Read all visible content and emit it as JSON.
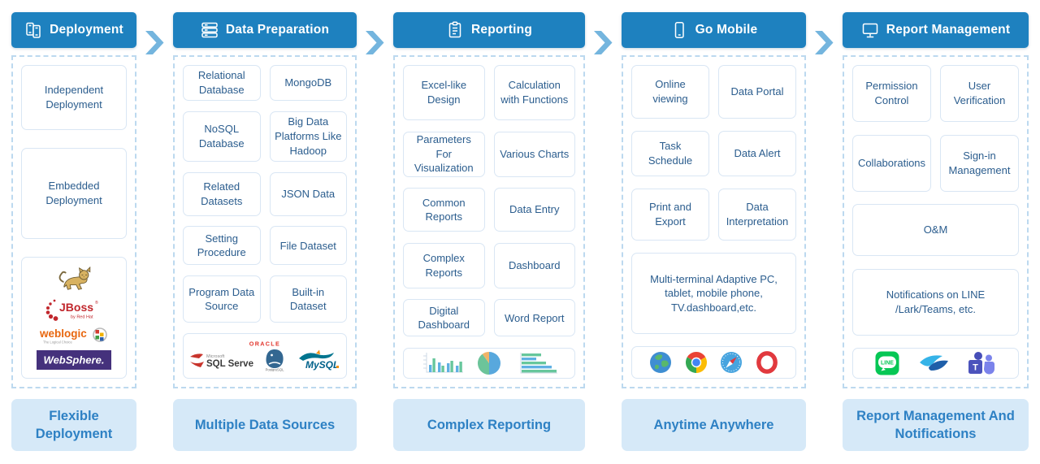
{
  "palette": {
    "header_bg": "#1e81bf",
    "header_text": "#ffffff",
    "chevron": "#74b5de",
    "card_border": "#d9e6f4",
    "card_text": "#2b5d8e",
    "dashed_border": "#bcd9ef",
    "footer_bg": "#d6e9f8",
    "footer_text": "#2e81c4",
    "chart_blue": "#5fb0e3",
    "chart_green": "#67c79c",
    "chart_orange": "#f0b468"
  },
  "headers": [
    {
      "label": "Deployment",
      "icon": "deployment-servers-icon"
    },
    {
      "label": "Data Preparation",
      "icon": "database-stack-icon"
    },
    {
      "label": "Reporting",
      "icon": "clipboard-icon"
    },
    {
      "label": "Go Mobile",
      "icon": "smartphone-icon"
    },
    {
      "label": "Report Management",
      "icon": "monitor-icon"
    }
  ],
  "columns": {
    "deployment": {
      "cards": [
        "Independent Deployment",
        "Embedded Deployment"
      ],
      "logos": [
        "Tomcat",
        "JBoss by Red Hat",
        "weblogic",
        "WebSphere."
      ],
      "footer": "Flexible Deployment"
    },
    "data_preparation": {
      "cards": [
        "Relational Database",
        "MongoDB",
        "NoSQL Database",
        "Big Data Platforms Like Hadoop",
        "Related Datasets",
        "JSON Data",
        "Setting Procedure",
        "File Dataset",
        "Program Data Source",
        "Built-in Dataset"
      ],
      "logos": [
        "ORACLE",
        "Microsoft SQL Server",
        "PostgreSQL",
        "MySQL"
      ],
      "footer": "Multiple Data Sources"
    },
    "reporting": {
      "cards": [
        "Excel-like Design",
        "Calculation with Functions",
        "Parameters For Visualization",
        "Various Charts",
        "Common Reports",
        "Data Entry",
        "Complex Reports",
        "Dashboard",
        "Digital Dashboard",
        "Word Report"
      ],
      "chart_icons": [
        "grouped-bar-chart",
        "pie-chart",
        "horizontal-bar-chart"
      ],
      "footer": "Complex Reporting"
    },
    "go_mobile": {
      "cards": [
        "Online viewing",
        "Data Portal",
        "Task Schedule",
        "Data Alert",
        "Print and Export",
        "Data Interpretation"
      ],
      "banner": "Multi-terminal Adaptive PC, tablet, mobile phone, TV.dashboard,etc.",
      "browsers": [
        "Globe",
        "Chrome",
        "Safari",
        "Opera"
      ],
      "footer": "Anytime Anywhere"
    },
    "report_management": {
      "cards": [
        "Permission Control",
        "User Verification",
        "Collaborations",
        "Sign-in Management"
      ],
      "wide_cards": [
        "O&M",
        "Notifications on LINE /Lark/Teams, etc."
      ],
      "apps": [
        "LINE",
        "Lark",
        "Microsoft Teams"
      ],
      "footer": "Report Management And Notifications"
    }
  },
  "logo_text": {
    "jboss": "JBoss",
    "jboss_sub": "by Red Hat",
    "weblogic": "weblogic",
    "weblogic_sub": "The Logical Choice",
    "websphere": "WebSphere.",
    "oracle": "ORACLE",
    "microsoft": "Microsoft",
    "sql_server": "SQL Server",
    "postgresql": "PostgreSQL",
    "mysql": "MySQL",
    "line": "LINE",
    "teams_t": "T"
  }
}
